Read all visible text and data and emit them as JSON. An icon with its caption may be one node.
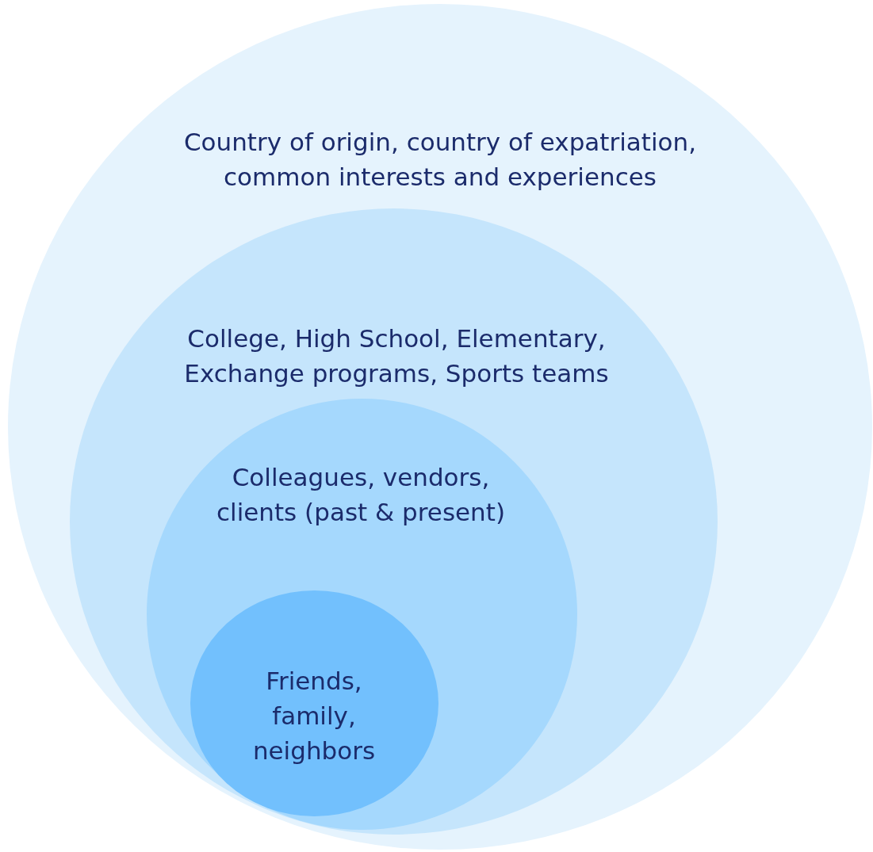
{
  "diagram": {
    "nodes": [
      {
        "text": [
          "Country of origin, country of expatriation, common interests and experiences"
        ]
      },
      {
        "text": [
          "College, High School, Elementary, Exchange programs, Sports teams"
        ],
        "in": 0
      },
      {
        "text": [
          "Colleagues, vendors, clients (past & present)"
        ],
        "in": 1
      },
      {
        "text": [
          "Friends, family, neighbors"
        ],
        "in": 2
      }
    ]
  }
}
